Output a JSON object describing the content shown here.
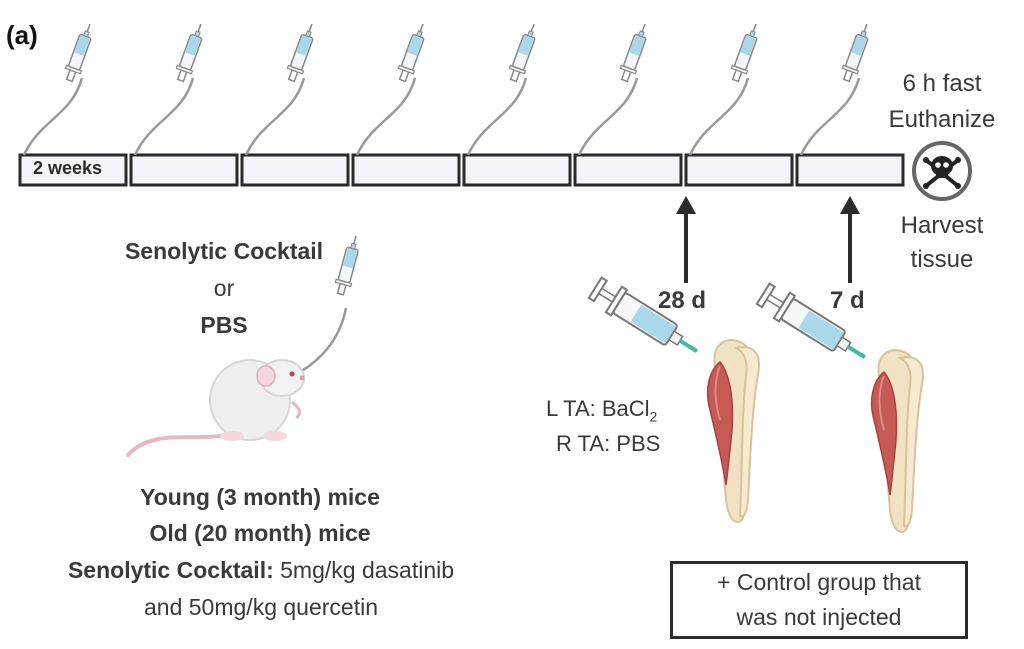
{
  "panel_label": "(a)",
  "timeline": {
    "first_segment_label": "2 weeks",
    "segment_count": 8
  },
  "end_event": {
    "line1": "6 h fast",
    "line2": "Euthanize",
    "line3": "Harvest",
    "line4": "tissue",
    "icon": "skull-crossbones-icon"
  },
  "treatment": {
    "line1": "Senolytic Cocktail",
    "line2": "or",
    "line3": "PBS"
  },
  "injury_markers": [
    {
      "label": "28 d"
    },
    {
      "label": "7 d"
    }
  ],
  "injection": {
    "left_prefix": "L TA: BaCl",
    "left_subscript": "2",
    "right": "R TA: PBS"
  },
  "mice": {
    "young": "Young (3 month) mice",
    "old": "Old (20 month) mice",
    "cocktail_label": "Senolytic Cocktail:",
    "cocktail_dose1": " 5mg/kg dasatinib",
    "cocktail_dose2": "and 50mg/kg quercetin"
  },
  "control_note": {
    "line1": "+ Control group that",
    "line2": "was not injected"
  },
  "colors": {
    "outline": "#2b2b2b",
    "segment_fill": "#f3f5f8",
    "syringe_liquid": "#a9d8ea",
    "muscle": "#c0504d",
    "bone": "#f0e0c0"
  }
}
